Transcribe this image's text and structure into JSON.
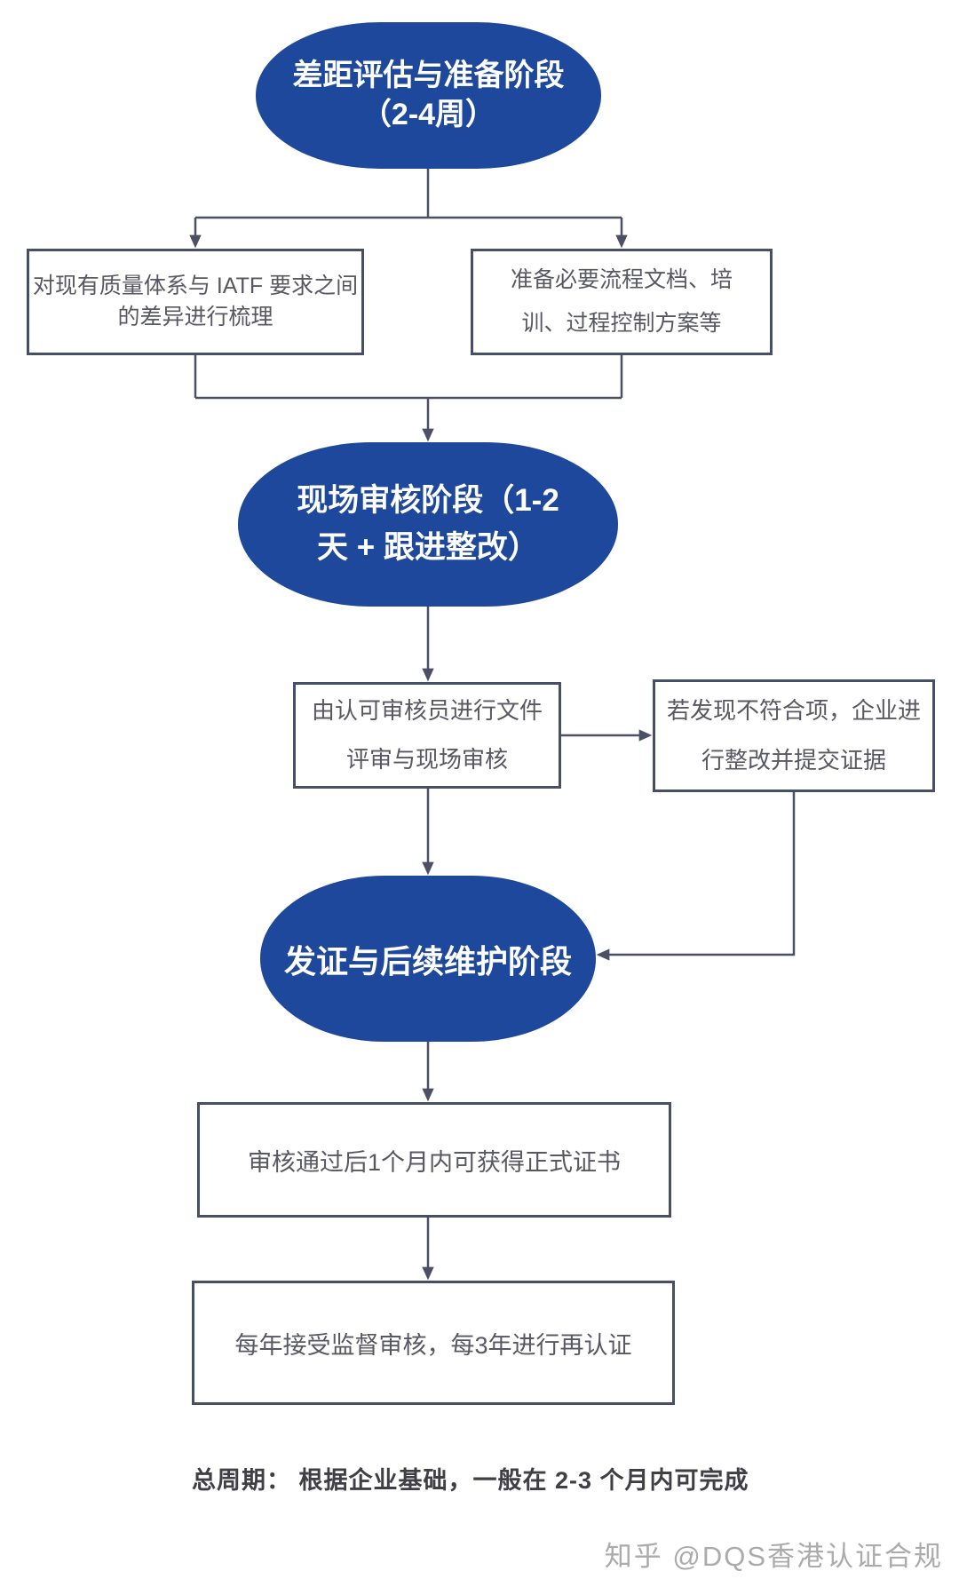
{
  "colors": {
    "stage_fill": "#1E489B",
    "stage_text": "#ffffff",
    "box_border": "#474f66",
    "box_text": "#585862",
    "connector": "#4a5166",
    "footer_text": "#3f3f45",
    "watermark_text": "#ababab"
  },
  "flowchart": {
    "stage1": {
      "line1": "差距评估与准备阶段",
      "line2": "（2-4周）"
    },
    "gap_box": {
      "line1": "对现有质量体系与 IATF 要求之间",
      "line2": "的差异进行梳理"
    },
    "prep_box": {
      "line1": "准备必要流程文档、培",
      "line2": "训、过程控制方案等"
    },
    "stage2": {
      "line1": "现场审核阶段（1-2",
      "line2": "天 + 跟进整改）"
    },
    "audit_box": {
      "line1": "由认可审核员进行文件",
      "line2": "评审与现场审核"
    },
    "nc_box": {
      "line1": "若发现不符合项，企业进",
      "line2": "行整改并提交证据"
    },
    "stage3": {
      "title": "发证与后续维护阶段"
    },
    "cert_box": {
      "text": "审核通过后1个月内可获得正式证书"
    },
    "surveillance_box": {
      "text": "每年接受监督审核，每3年进行再认证"
    },
    "footer": {
      "text": "总周期： 根据企业基础，一般在 2-3 个月内可完成"
    },
    "watermark": {
      "text": "知乎 @DQS香港认证合规"
    }
  }
}
